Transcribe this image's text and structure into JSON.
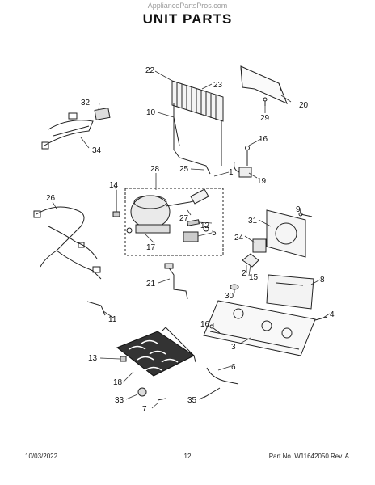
{
  "watermark": "AppliancePartsPros.com",
  "title": "UNIT PARTS",
  "callouts": {
    "c1": "1",
    "c2": "2",
    "c3": "3",
    "c4": "4",
    "c5": "5",
    "c6": "6",
    "c7": "7",
    "c8": "8",
    "c9": "9",
    "c10": "10",
    "c11": "11",
    "c12": "12",
    "c13": "13",
    "c14": "14",
    "c15": "15",
    "c16a": "16",
    "c16b": "16",
    "c17": "17",
    "c18": "18",
    "c19": "19",
    "c20": "20",
    "c21": "21",
    "c22": "22",
    "c23": "23",
    "c24": "24",
    "c25": "25",
    "c26": "26",
    "c27": "27",
    "c28": "28",
    "c29": "29",
    "c30": "30",
    "c31": "31",
    "c32": "32",
    "c33": "33",
    "c34": "34",
    "c35": "35"
  },
  "footer": {
    "date": "10/03/2022",
    "page": "12",
    "part_number": "Part No. W11642050  Rev. A"
  }
}
